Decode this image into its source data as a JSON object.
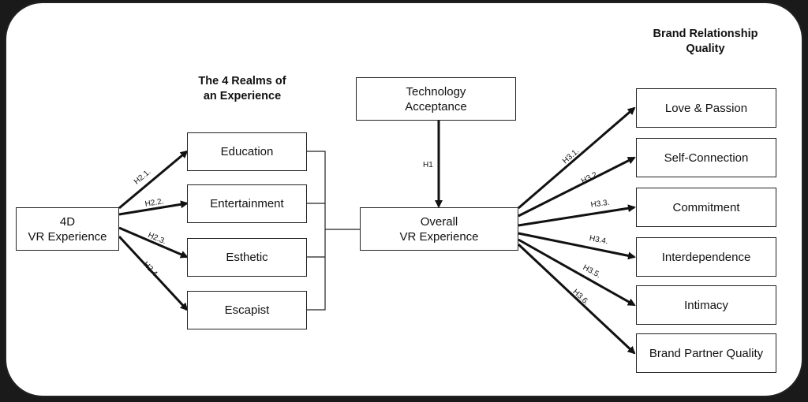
{
  "headings": {
    "realms": "The 4 Realms of\nan Experience",
    "brand": "Brand Relationship\nQuality"
  },
  "boxes": {
    "vr4d": "4D\nVR Experience",
    "education": "Education",
    "entertainment": "Entertainment",
    "esthetic": "Esthetic",
    "escapist": "Escapist",
    "technology": "Technology\nAcceptance",
    "overall": "Overall\nVR Experience",
    "love": "Love & Passion",
    "self_connection": "Self-Connection",
    "commitment": "Commitment",
    "interdependence": "Interdependence",
    "intimacy": "Intimacy",
    "brand_partner": "Brand Partner Quality"
  },
  "hypotheses": {
    "h21": "H2.1.",
    "h22": "H2.2.",
    "h23": "H2.3.",
    "h24": "H2.4.",
    "h1": "H1",
    "h31": "H3.1.",
    "h32": "H3.2.",
    "h33": "H3.3.",
    "h34": "H3.4.",
    "h35": "H3.5.",
    "h36": "H3.6."
  }
}
